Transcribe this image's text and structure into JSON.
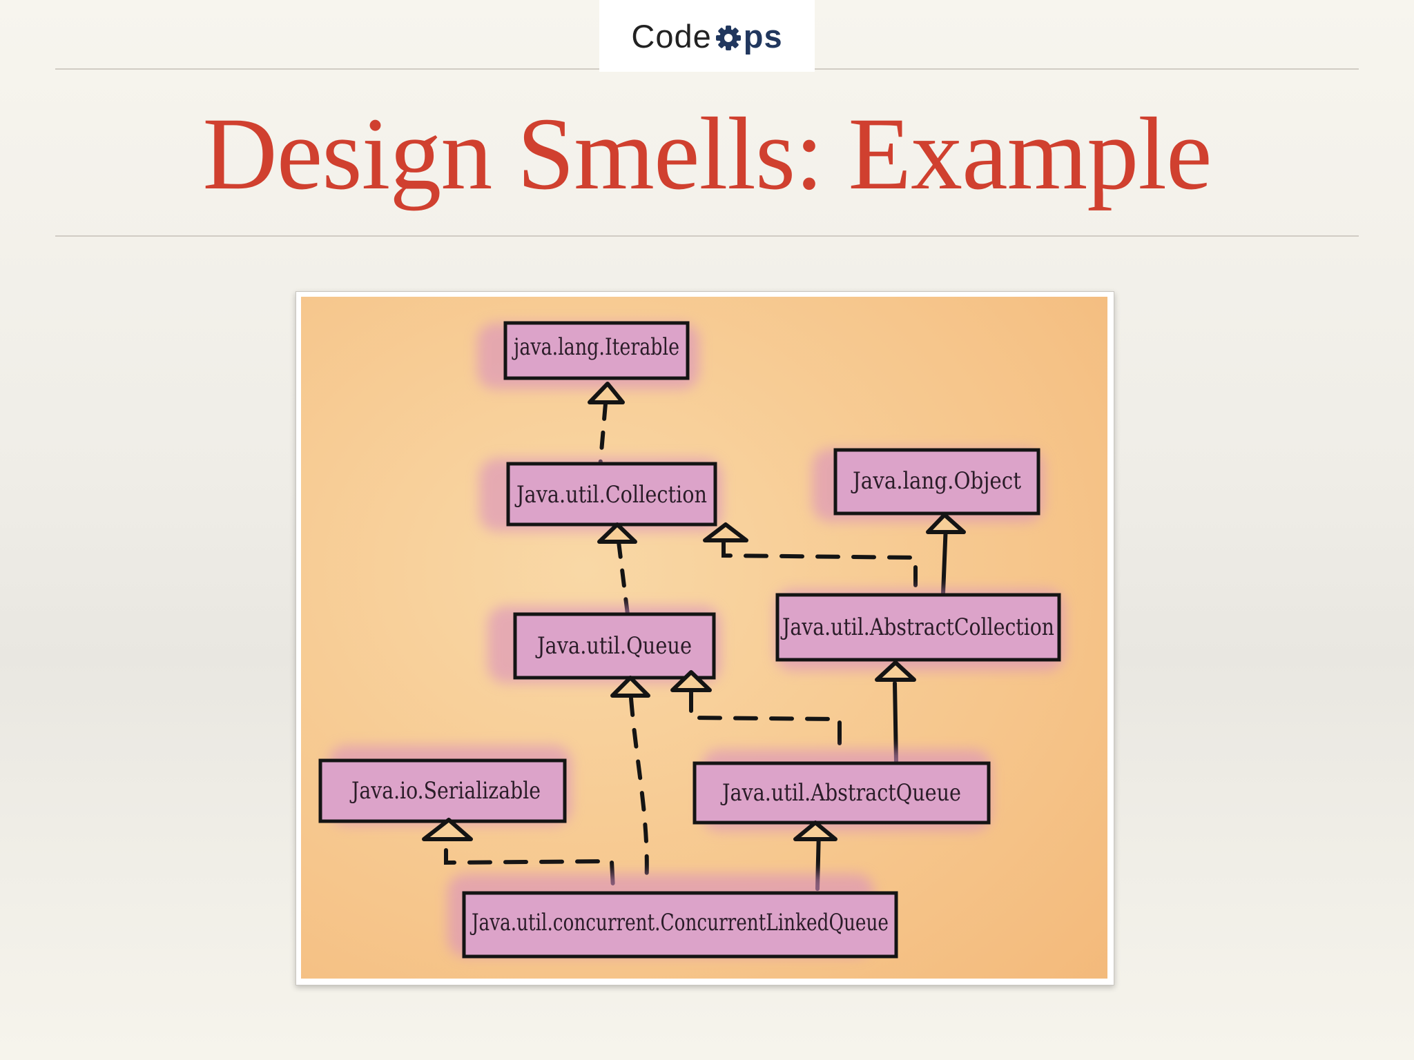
{
  "logo": {
    "code_text": "Code",
    "ops_text": "ps",
    "icon": "gear-icon",
    "color_dark": "#222222",
    "color_brand": "#21375e"
  },
  "slide": {
    "title": "Design Smells: Example",
    "title_color": "#d0402f"
  },
  "diagram": {
    "background_color": "#f6c98e",
    "class_fill": "#dca3c9",
    "classes": {
      "iterable": "java.lang.Iterable",
      "collection": "Java.util.Collection",
      "object": "Java.lang.Object",
      "queue": "Java.util.Queue",
      "abstract_collection": "Java.util.AbstractCollection",
      "serializable": "Java.io.Serializable",
      "abstract_queue": "Java.util.AbstractQueue",
      "concurrent_linked_queue": "Java.util.concurrent.ConcurrentLinkedQueue"
    },
    "relations": [
      {
        "from": "Java.util.Collection",
        "to": "java.lang.Iterable",
        "kind": "realization"
      },
      {
        "from": "Java.util.Queue",
        "to": "Java.util.Collection",
        "kind": "realization"
      },
      {
        "from": "Java.util.AbstractCollection",
        "to": "Java.util.Collection",
        "kind": "realization"
      },
      {
        "from": "Java.util.AbstractCollection",
        "to": "Java.lang.Object",
        "kind": "generalization"
      },
      {
        "from": "Java.util.AbstractQueue",
        "to": "Java.util.Queue",
        "kind": "realization"
      },
      {
        "from": "Java.util.AbstractQueue",
        "to": "Java.util.AbstractCollection",
        "kind": "generalization"
      },
      {
        "from": "Java.util.concurrent.ConcurrentLinkedQueue",
        "to": "Java.io.Serializable",
        "kind": "realization"
      },
      {
        "from": "Java.util.concurrent.ConcurrentLinkedQueue",
        "to": "Java.util.Queue",
        "kind": "realization"
      },
      {
        "from": "Java.util.concurrent.ConcurrentLinkedQueue",
        "to": "Java.util.AbstractQueue",
        "kind": "generalization"
      }
    ]
  }
}
